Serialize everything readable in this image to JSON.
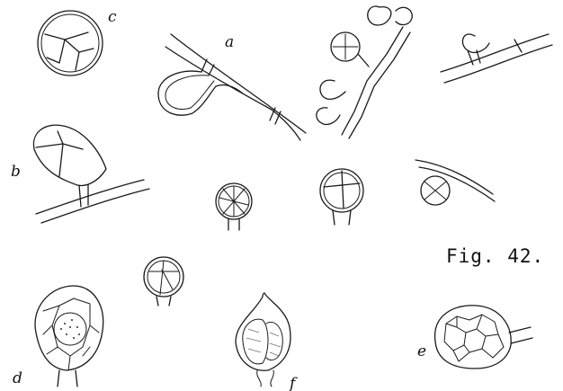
{
  "caption": "Fig. 42.",
  "labels": {
    "a": "a",
    "b": "b",
    "c": "c",
    "d": "d",
    "e": "e",
    "f": "f"
  }
}
